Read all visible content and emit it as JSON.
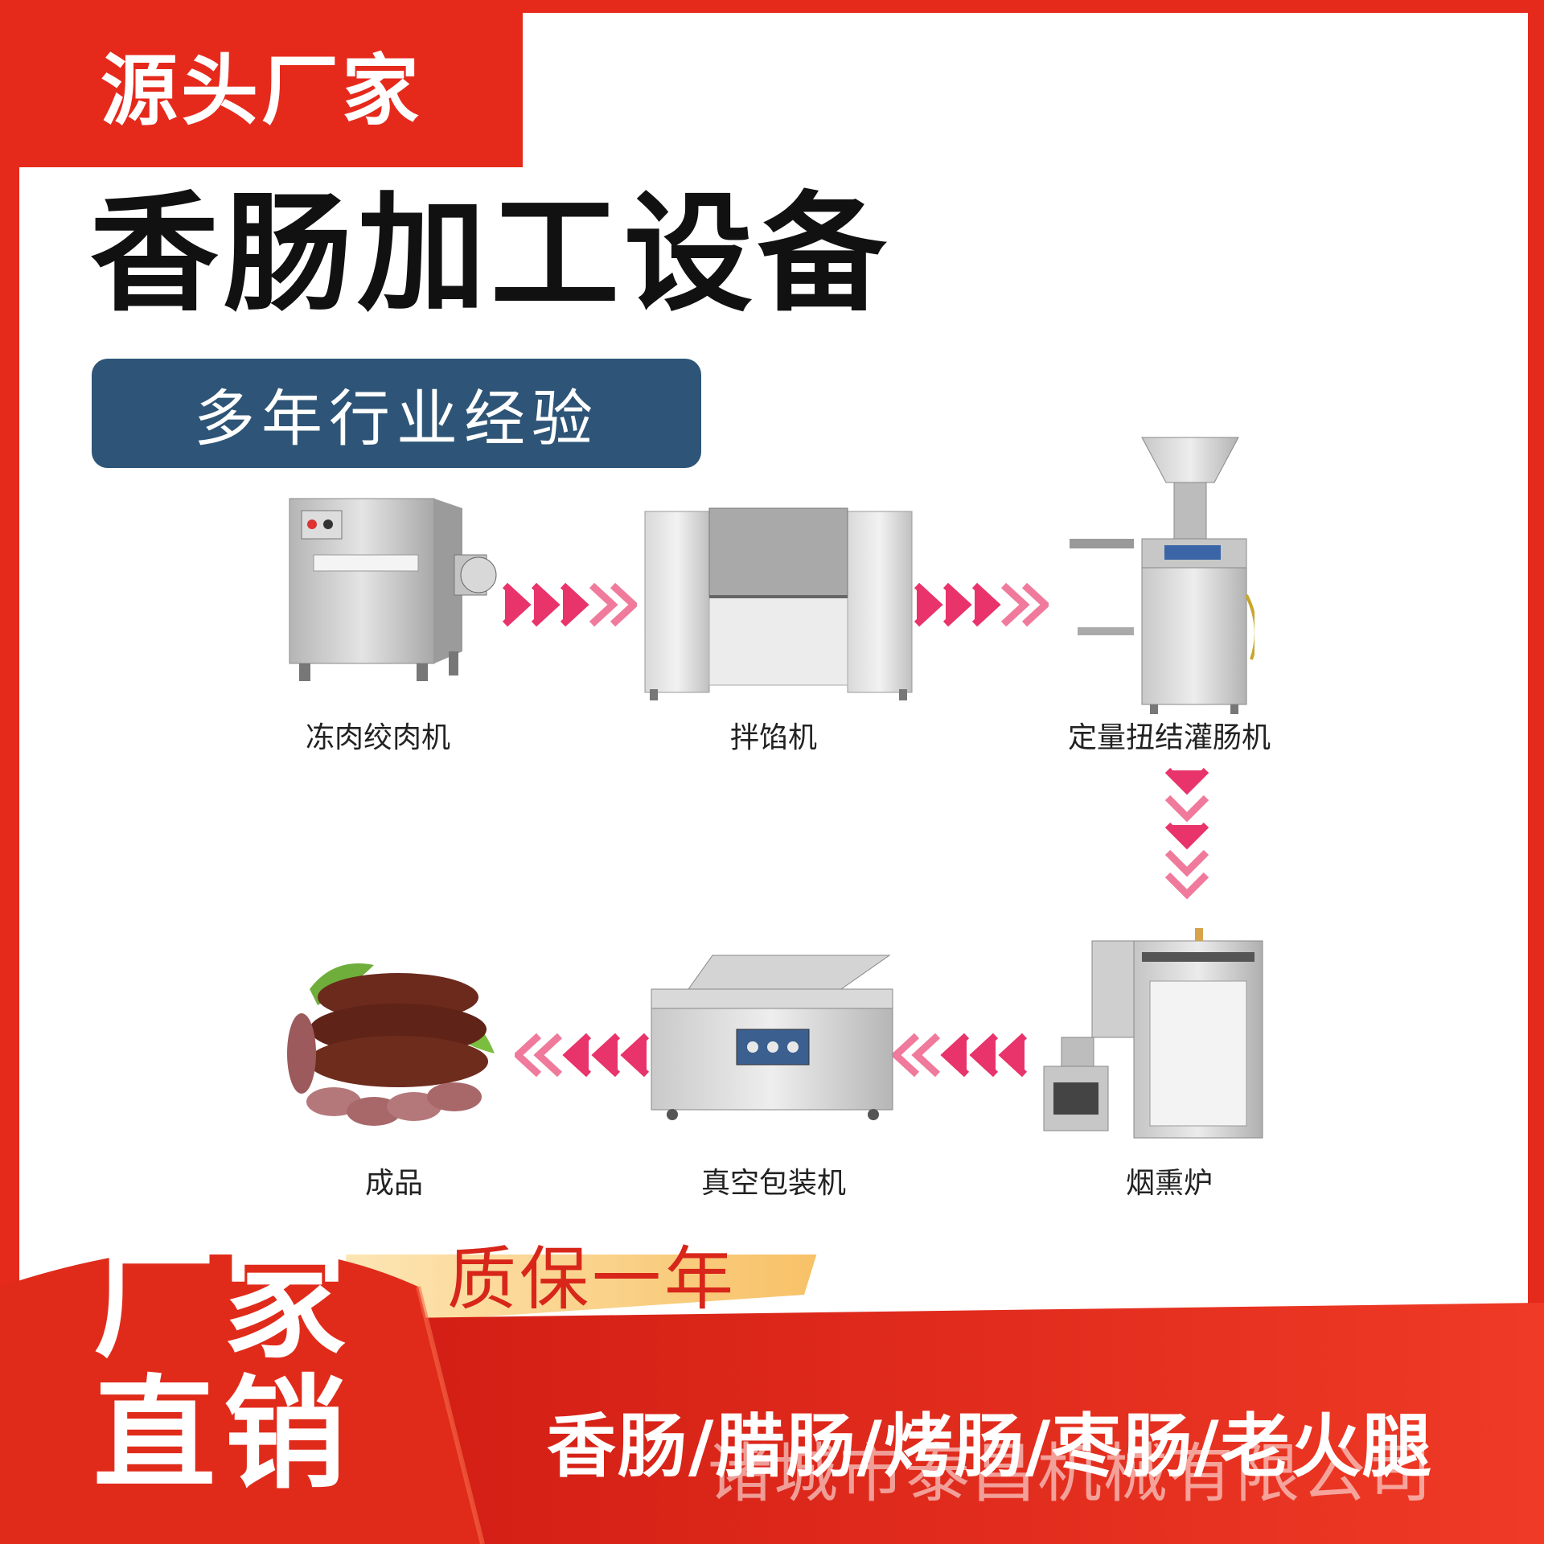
{
  "header": {
    "badge": "源头厂家",
    "title": "香肠加工设备",
    "subtitle": "多年行业经验"
  },
  "flow": {
    "steps": [
      {
        "label": "冻肉绞肉机",
        "icon": "meat-grinder-icon"
      },
      {
        "label": "拌馅机",
        "icon": "mixer-icon"
      },
      {
        "label": "定量扭结灌肠机",
        "icon": "sausage-filler-icon"
      },
      {
        "label": "烟熏炉",
        "icon": "smokehouse-icon"
      },
      {
        "label": "真空包装机",
        "icon": "vacuum-packer-icon"
      },
      {
        "label": "成品",
        "icon": "sausage-product-icon"
      }
    ]
  },
  "footer": {
    "warranty": "质保一年",
    "direct_line1": "厂家",
    "direct_line2": "直销",
    "products": "香肠/腊肠/烤肠/枣肠/老火腿",
    "company": "诸城市泰昌机械有限公司"
  },
  "colors": {
    "brand_red": "#e52a1c",
    "banner_blue": "#2e5577",
    "arrow_pink": "#e8336b",
    "steel": "#c9c9c9"
  }
}
